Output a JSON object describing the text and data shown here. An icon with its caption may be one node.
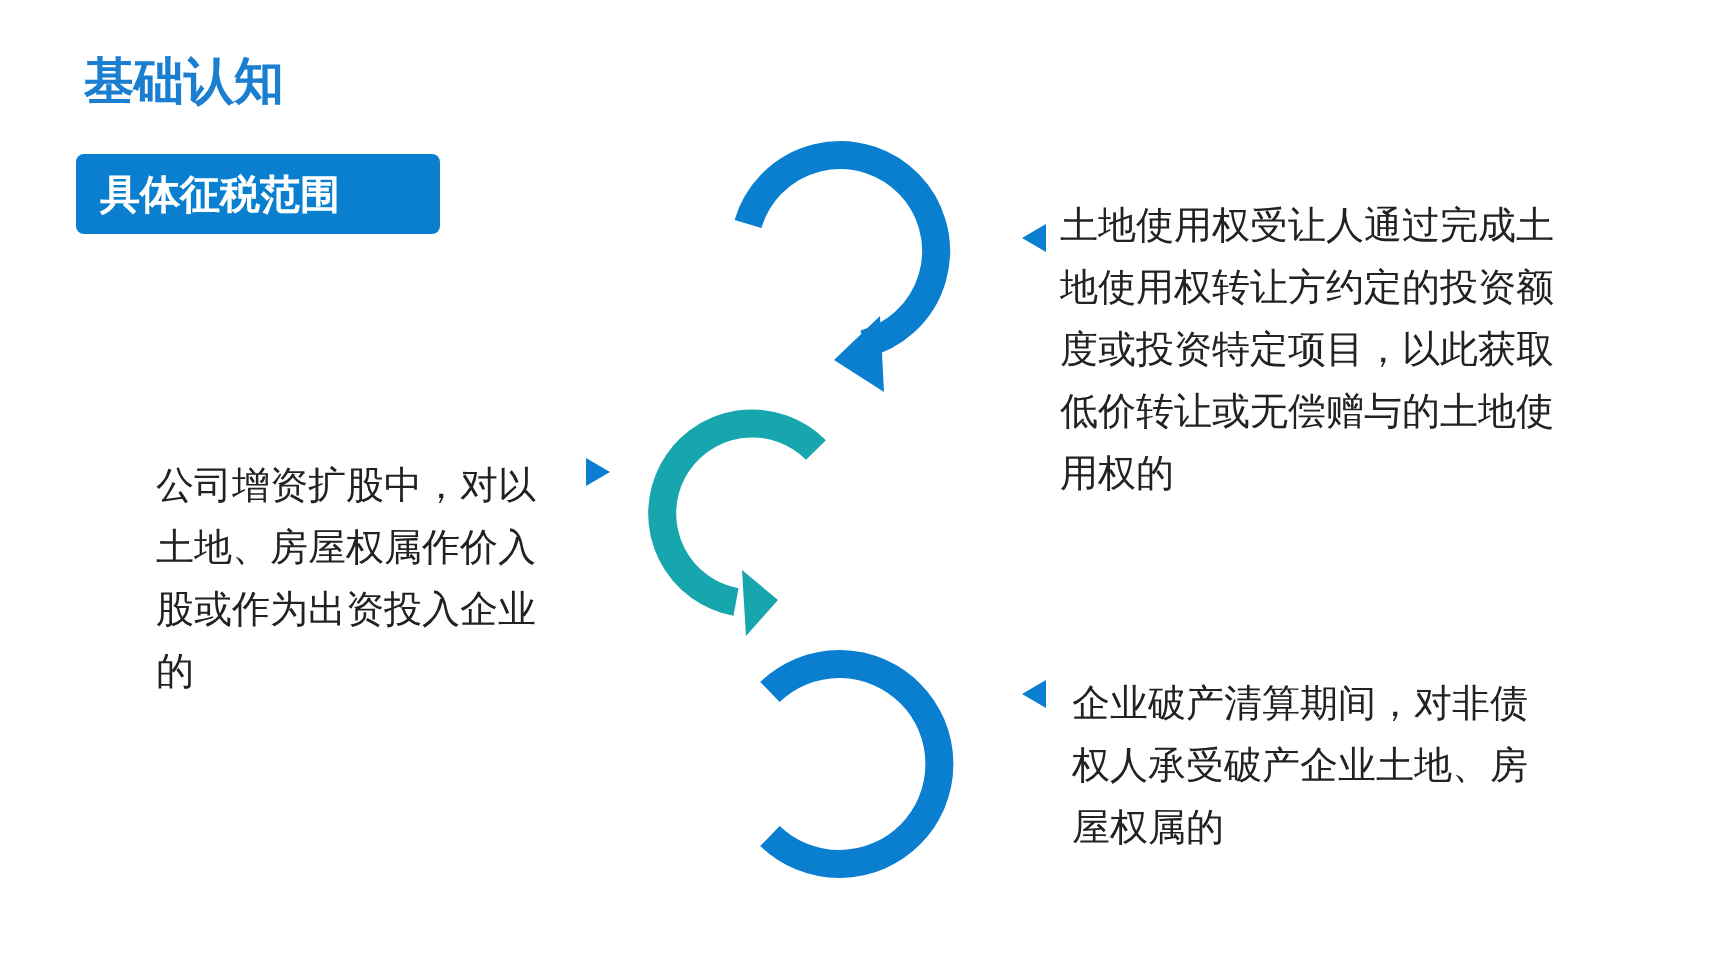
{
  "diagram": {
    "title": "基础认知",
    "nodes": [
      {
        "text": [
          "具体征税范围"
        ]
      }
    ],
    "labels": [
      "土地使用权受让人通过完成土地使用权转让方约定的投资额度或投资特定项目，以此获取低价转让或无偿赠与的土地使用权的",
      "公司增资扩股中，对以土地、房屋权属作价入股或作为出资投入企业的",
      "企业破产清算期间，对非债权人承受破产企业土地、房屋权属的"
    ]
  }
}
